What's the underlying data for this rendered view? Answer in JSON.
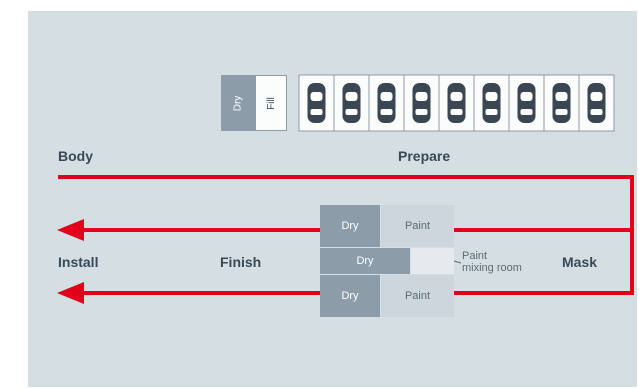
{
  "stages": {
    "body": "Body",
    "prepare": "Prepare",
    "install": "Install",
    "finish": "Finish",
    "mask": "Mask"
  },
  "booth_labels": {
    "dry": "Dry",
    "fill": "Fill"
  },
  "paint_booths": {
    "top": {
      "left": "Dry",
      "right": "Paint"
    },
    "middle": {
      "left": "Dry"
    },
    "bottom": {
      "left": "Dry",
      "right": "Paint"
    }
  },
  "mixing_room": {
    "line1": "Paint",
    "line2": "mixing room"
  },
  "prepare_bays": 9,
  "colors": {
    "background": "#d5dee3",
    "flow_arrow": "#e2001a",
    "booth_dark": "#8c9ca8",
    "booth_light": "#cdd6dc",
    "car": "#3a4651"
  }
}
